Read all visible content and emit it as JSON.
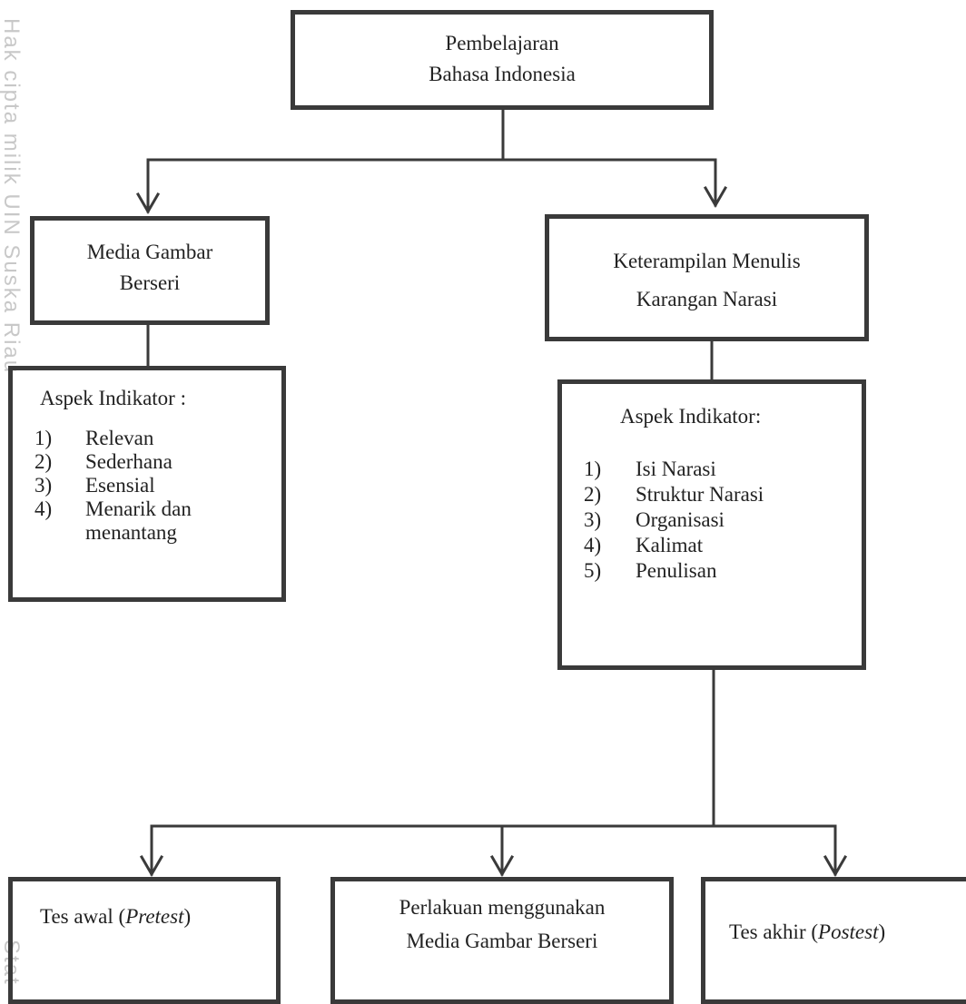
{
  "watermark": {
    "side_text": "Hak cipta milik UIN Suska Riau",
    "side_text_bottom": "Stat"
  },
  "root": {
    "line1": "Pembelajaran",
    "line2": "Bahasa Indonesia"
  },
  "left_node": {
    "line1": "Media Gambar",
    "line2": "Berseri"
  },
  "right_node": {
    "line1": "Keterampilan Menulis",
    "line2": "Karangan Narasi"
  },
  "left_indicators": {
    "title": "Aspek Indikator :",
    "items": [
      {
        "num": "1)",
        "label": "Relevan"
      },
      {
        "num": "2)",
        "label": "Sederhana"
      },
      {
        "num": "3)",
        "label": "Esensial"
      },
      {
        "num": "4)",
        "label": "Menarik dan",
        "label_cont": "menantang"
      }
    ]
  },
  "right_indicators": {
    "title": "Aspek Indikator:",
    "items": [
      {
        "num": "1)",
        "label": "Isi Narasi"
      },
      {
        "num": "2)",
        "label": "Struktur Narasi"
      },
      {
        "num": "3)",
        "label": "Organisasi"
      },
      {
        "num": "4)",
        "label": "Kalimat"
      },
      {
        "num": "5)",
        "label": "Penulisan"
      }
    ]
  },
  "bottom": {
    "pretest": {
      "prefix": "Tes awal (",
      "italic": "Pretest",
      "suffix": ")"
    },
    "treatment": {
      "line1": "Perlakuan menggunakan",
      "line2": "Media Gambar Berseri"
    },
    "posttest": {
      "prefix": "Tes akhir (",
      "italic": "Postest",
      "suffix": ")"
    }
  },
  "colors": {
    "stroke": "#3a3a3a",
    "text": "#222222",
    "watermark": "#c8c8c8"
  }
}
